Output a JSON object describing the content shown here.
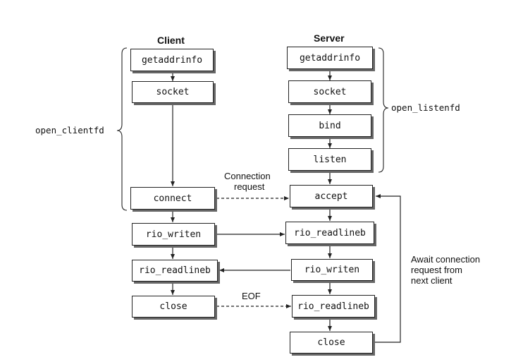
{
  "headers": {
    "client": "Client",
    "server": "Server"
  },
  "client": {
    "getaddrinfo": "getaddrinfo",
    "socket": "socket",
    "connect": "connect",
    "rio_writen": "rio_writen",
    "rio_readlineb": "rio_readlineb",
    "close": "close"
  },
  "server": {
    "getaddrinfo": "getaddrinfo",
    "socket": "socket",
    "bind": "bind",
    "listen": "listen",
    "accept": "accept",
    "rio_readlineb": "rio_readlineb",
    "rio_writen": "rio_writen",
    "rio_readlineb2": "rio_readlineb",
    "close": "close"
  },
  "groups": {
    "open_clientfd": "open_clientfd",
    "open_listenfd": "open_listenfd"
  },
  "annotations": {
    "connection_request_1": "Connection",
    "connection_request_2": "request",
    "eof": "EOF",
    "await_1": "Await connection",
    "await_2": "request from",
    "await_3": "next client"
  }
}
